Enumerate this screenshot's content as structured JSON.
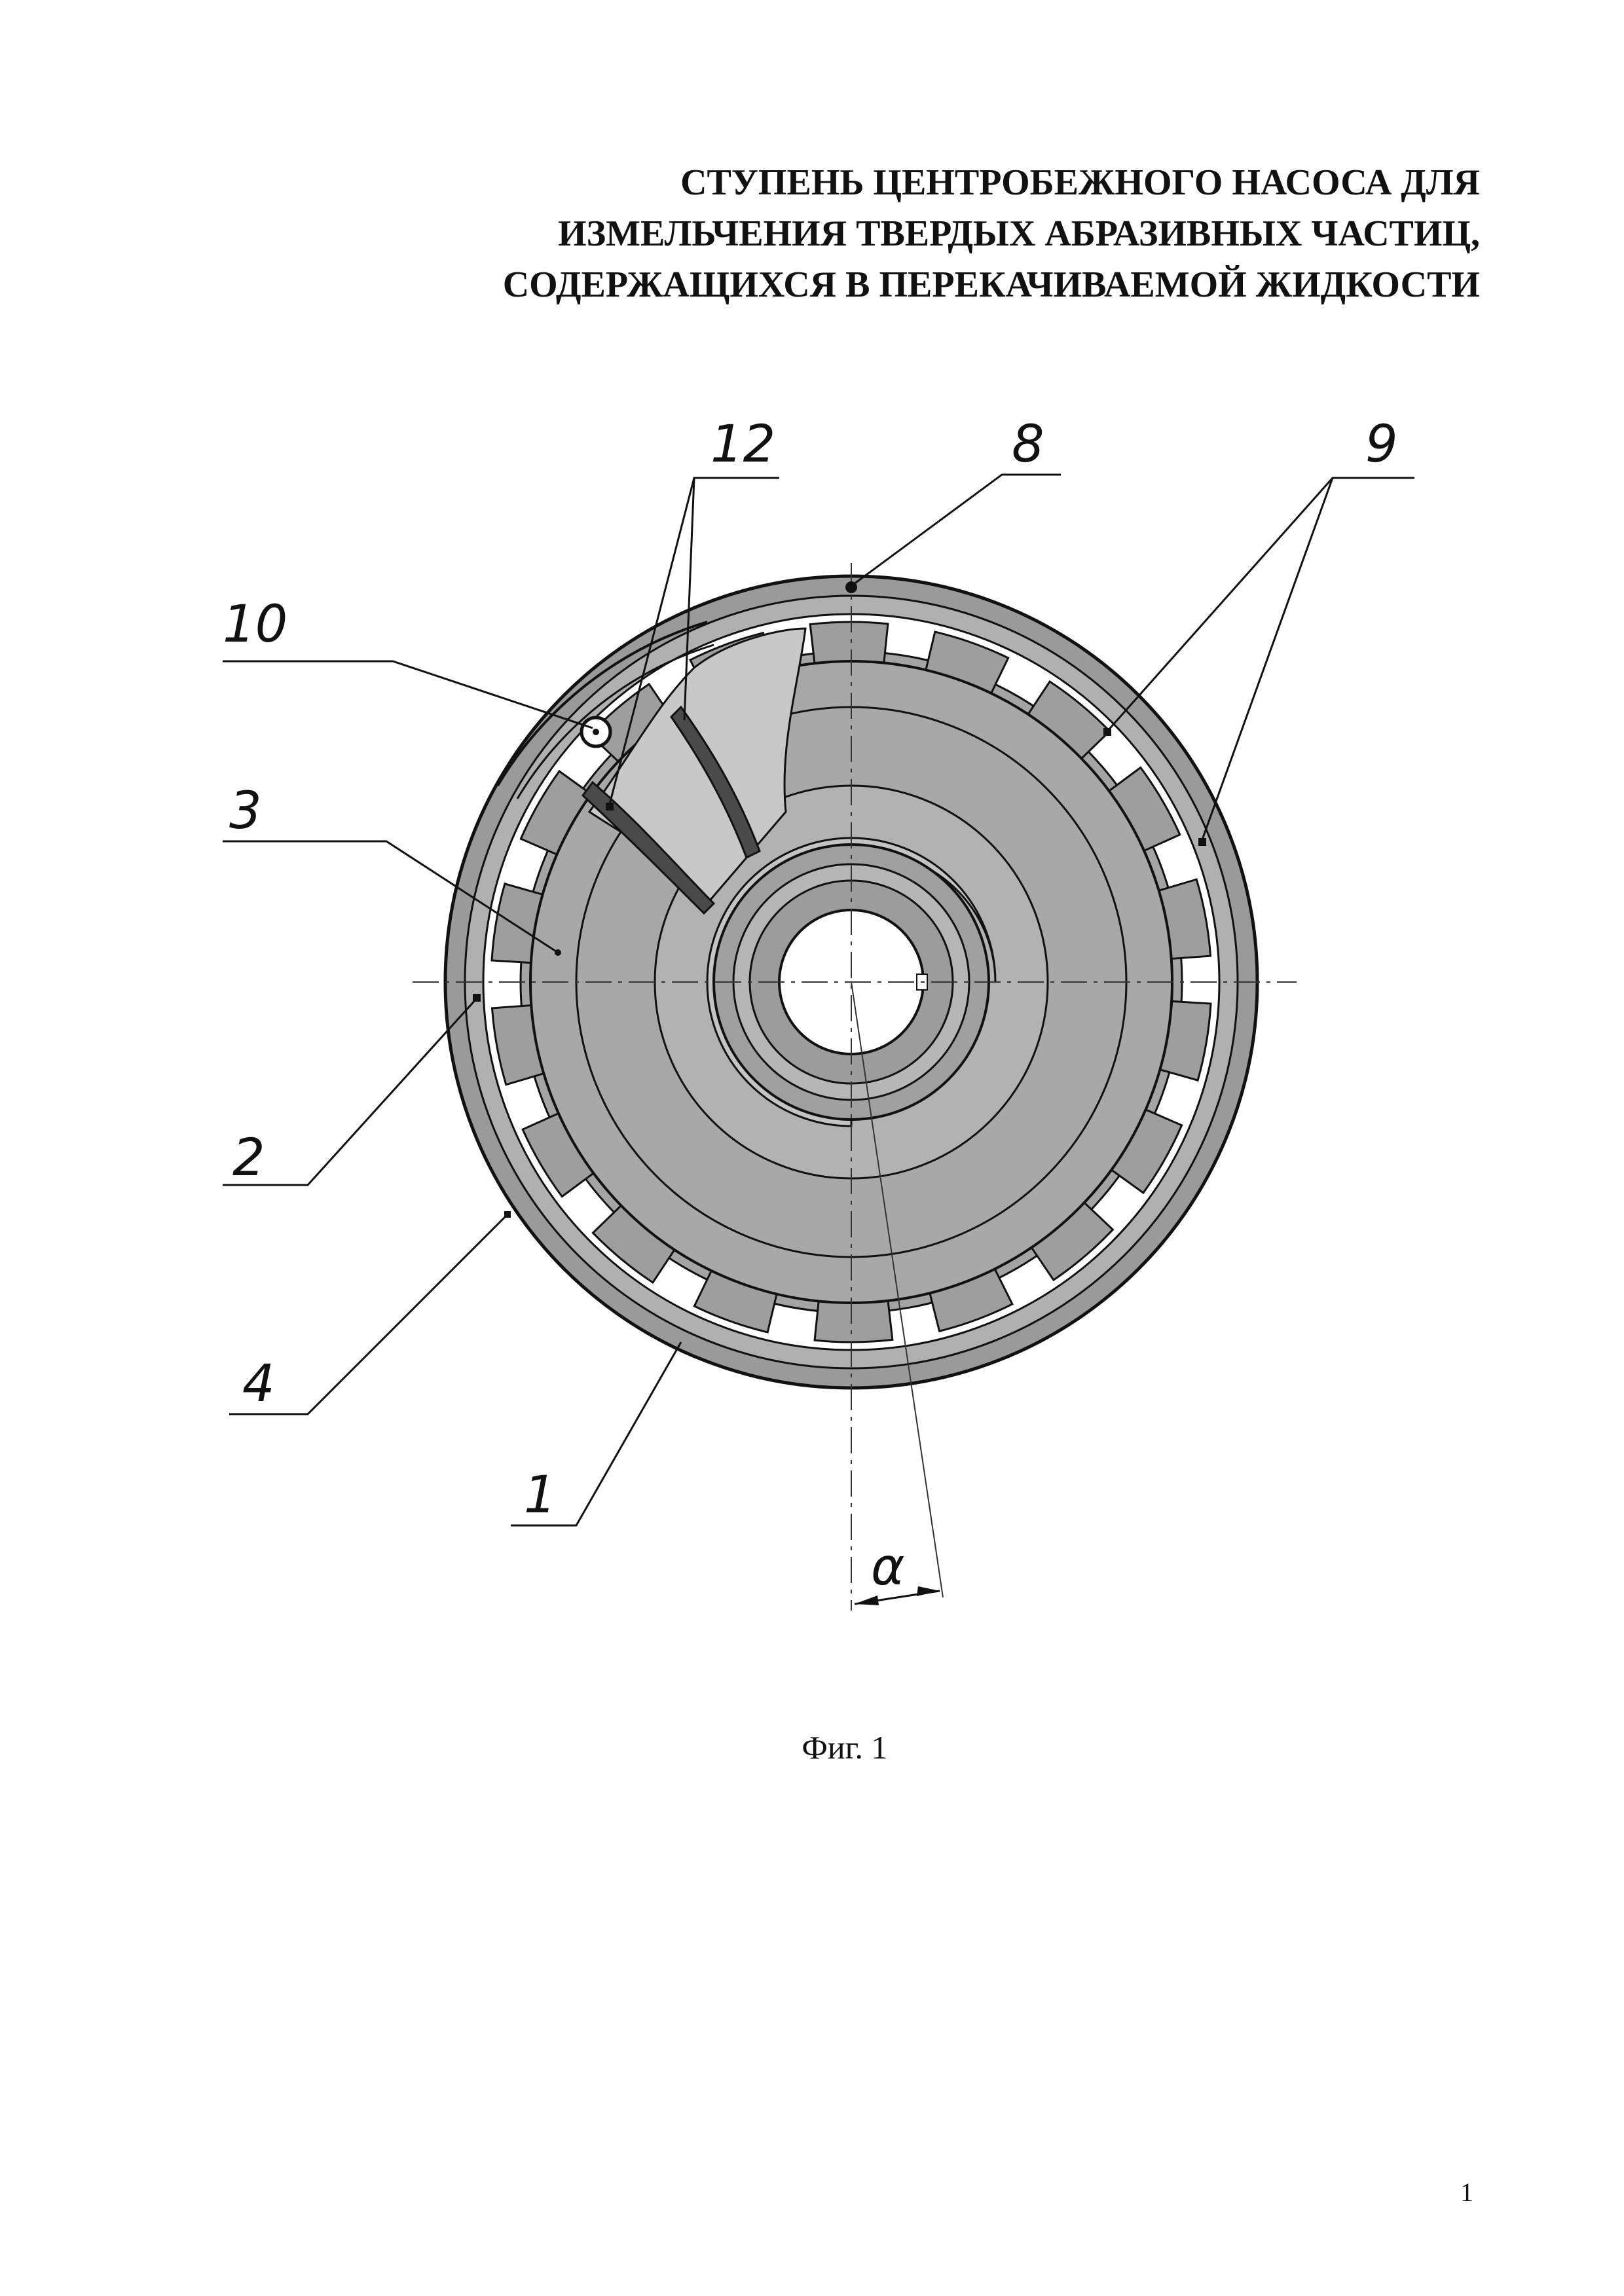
{
  "title": {
    "line1": "СТУПЕНЬ ЦЕНТРОБЕЖНОГО НАСОСА ДЛЯ",
    "line2": "ИЗМЕЛЬЧЕНИЯ ТВЕРДЫХ АБРАЗИВНЫХ ЧАСТИЦ,",
    "line3": "СОДЕРЖАЩИХСЯ В ПЕРЕКАЧИВАЕМОЙ ЖИДКОСТИ"
  },
  "figure": {
    "labels": {
      "l1": "1",
      "l2": "2",
      "l3": "3",
      "l4": "4",
      "l8": "8",
      "l9": "9",
      "l10": "10",
      "l12": "12",
      "alpha": "α"
    },
    "caption": "Фиг. 1"
  },
  "page_number": "1",
  "colors": {
    "ink": "#111111",
    "fill_dark": "#9a9a9a",
    "fill_mid": "#b4b4b4",
    "fill_light": "#c8c8c8"
  }
}
